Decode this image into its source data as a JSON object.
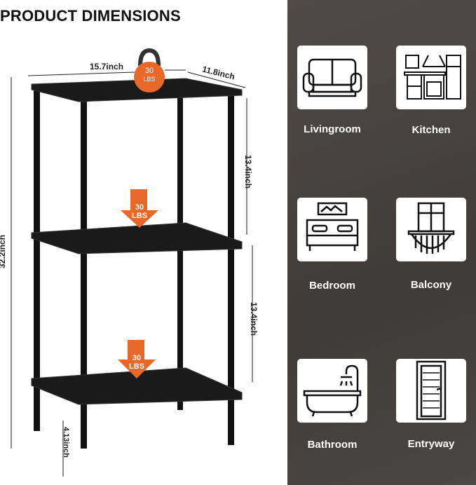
{
  "title": "PRODUCT DIMENSIONS",
  "dimensions": {
    "width": "15.7inch",
    "depth": "11.8inch",
    "height": "32.2inch",
    "upper_gap": "13.4inch",
    "lower_gap": "13.4inch",
    "leg": "4.13inch"
  },
  "load": {
    "weight": "30",
    "unit": "LBS"
  },
  "rooms": [
    {
      "label": "Livingroom",
      "icon": "sofa-icon"
    },
    {
      "label": "Kitchen",
      "icon": "kitchen-icon"
    },
    {
      "label": "Bedroom",
      "icon": "bed-icon"
    },
    {
      "label": "Balcony",
      "icon": "balcony-icon"
    },
    {
      "label": "Bathroom",
      "icon": "bathtub-icon"
    },
    {
      "label": "Entryway",
      "icon": "door-icon"
    }
  ],
  "colors": {
    "accent": "#e8682a",
    "panel": "#4a4644"
  }
}
